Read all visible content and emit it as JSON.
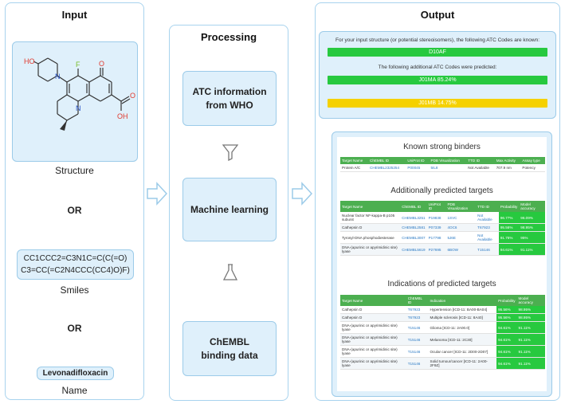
{
  "input": {
    "title": "Input",
    "structure_label": "Structure",
    "or": "OR",
    "smiles_line1": "CC1CCC2=C3N1C=C(C(=O)",
    "smiles_line2": "C3=CC(=C2N4CCC(CC4)O)F)",
    "smiles_label": "Smiles",
    "drug_name": "Levonadifloxacin",
    "name_label": "Name",
    "atoms": {
      "oh": "HO",
      "n": "N",
      "f": "F",
      "o": "O",
      "n2": "N",
      "o2": "O",
      "oh2": "OH"
    }
  },
  "processing": {
    "title": "Processing",
    "box1_line1": "ATC information",
    "box1_line2": "from WHO",
    "box2": "Machine learning",
    "box3_line1": "ChEMBL",
    "box3_line2": "binding data"
  },
  "output": {
    "title": "Output",
    "known_line": "For your input structure (or potential stereoisomers), the following ATC Codes are known:",
    "known_code": "D10AF",
    "predicted_line": "The following additional ATC Codes were predicted:",
    "pred1": "J01MA 85.24%",
    "pred2": "J01MB 14.75%",
    "strong_title": "Known strong binders",
    "strong_headers": [
      "Target Name",
      "ChEMBL ID",
      "UniProt ID",
      "PDB Visualization",
      "TTD ID",
      "Max Activity",
      "Assay type"
    ],
    "strong_rows": [
      [
        "Protein A/C",
        "CHEMBL2325254",
        "P00045",
        "5IL8",
        "Not Available",
        "707.9 nm",
        "Potency"
      ]
    ],
    "add_title": "Additionally predicted targets",
    "add_headers": [
      "Target Name",
      "ChEMBL ID",
      "UniProt ID",
      "PDB Visualization",
      "TTD ID",
      "Probability",
      "Model accuracy"
    ],
    "add_rows": [
      [
        "Nuclear factor NF-kappa-B p105 subunit",
        "CHEMBL3251",
        "P19838",
        "1SVC",
        "Not Available",
        "96.77%",
        "96.09%"
      ],
      [
        "Cathepsin D",
        "CHEMBL2581",
        "P07339",
        "4OC6",
        "T67923",
        "95.56%",
        "98.95%"
      ],
      [
        "Tyrosyl-DNA phosphodiesterase",
        "CHEMBL3007",
        "P17798",
        "5J6E",
        "Not Available",
        "91.76%",
        "95%"
      ],
      [
        "DNA-(apurinic or apyrimidinic site) lyase",
        "CHEMBL5619",
        "P27695",
        "6BOW",
        "T15146",
        "94.61%",
        "91.11%"
      ]
    ],
    "ind_title": "Indications of predicted targets",
    "ind_headers": [
      "Target Name",
      "ChEMBL ID",
      "Indication",
      "Probability",
      "Model accuracy"
    ],
    "ind_rows": [
      [
        "Cathepsin D",
        "T67923",
        "Hypertension [ICD-11: BA00-BA04]",
        "95.56%",
        "98.95%"
      ],
      [
        "Cathepsin D",
        "T67923",
        "Multiple sclerosis [ICD-11: 8A40]",
        "95.56%",
        "98.95%"
      ],
      [
        "DNA-(apurinic or apyrimidinic site) lyase",
        "T15146",
        "Glioma [ICD-11: 2A00.0]",
        "94.61%",
        "91.11%"
      ],
      [
        "DNA-(apurinic or apyrimidinic site) lyase",
        "T15146",
        "Melanoma [ICD-11: 2C30]",
        "94.61%",
        "91.11%"
      ],
      [
        "DNA-(apurinic or apyrimidinic site) lyase",
        "T15146",
        "Ocular cancer [ICD-11: 2D00-2D07]",
        "94.61%",
        "91.11%"
      ],
      [
        "DNA-(apurinic or apyrimidinic site) lyase",
        "T15146",
        "Solid tumour/cancer [ICD-11: 2A00-2F9Z]",
        "94.61%",
        "91.11%"
      ]
    ]
  },
  "colors": {
    "panel_border": "#a8d3ee",
    "box_fill": "#dff0fb",
    "green": "#27c93f",
    "yellow": "#f5d100",
    "table_header": "#4caf50",
    "fluorine": "#7bbf2a",
    "oxygen": "#e03a2f",
    "nitrogen": "#2b55c9"
  },
  "icons": {
    "filter": "funnel-icon",
    "flask": "flask-icon",
    "arrow": "hollow-arrow-right-icon"
  }
}
